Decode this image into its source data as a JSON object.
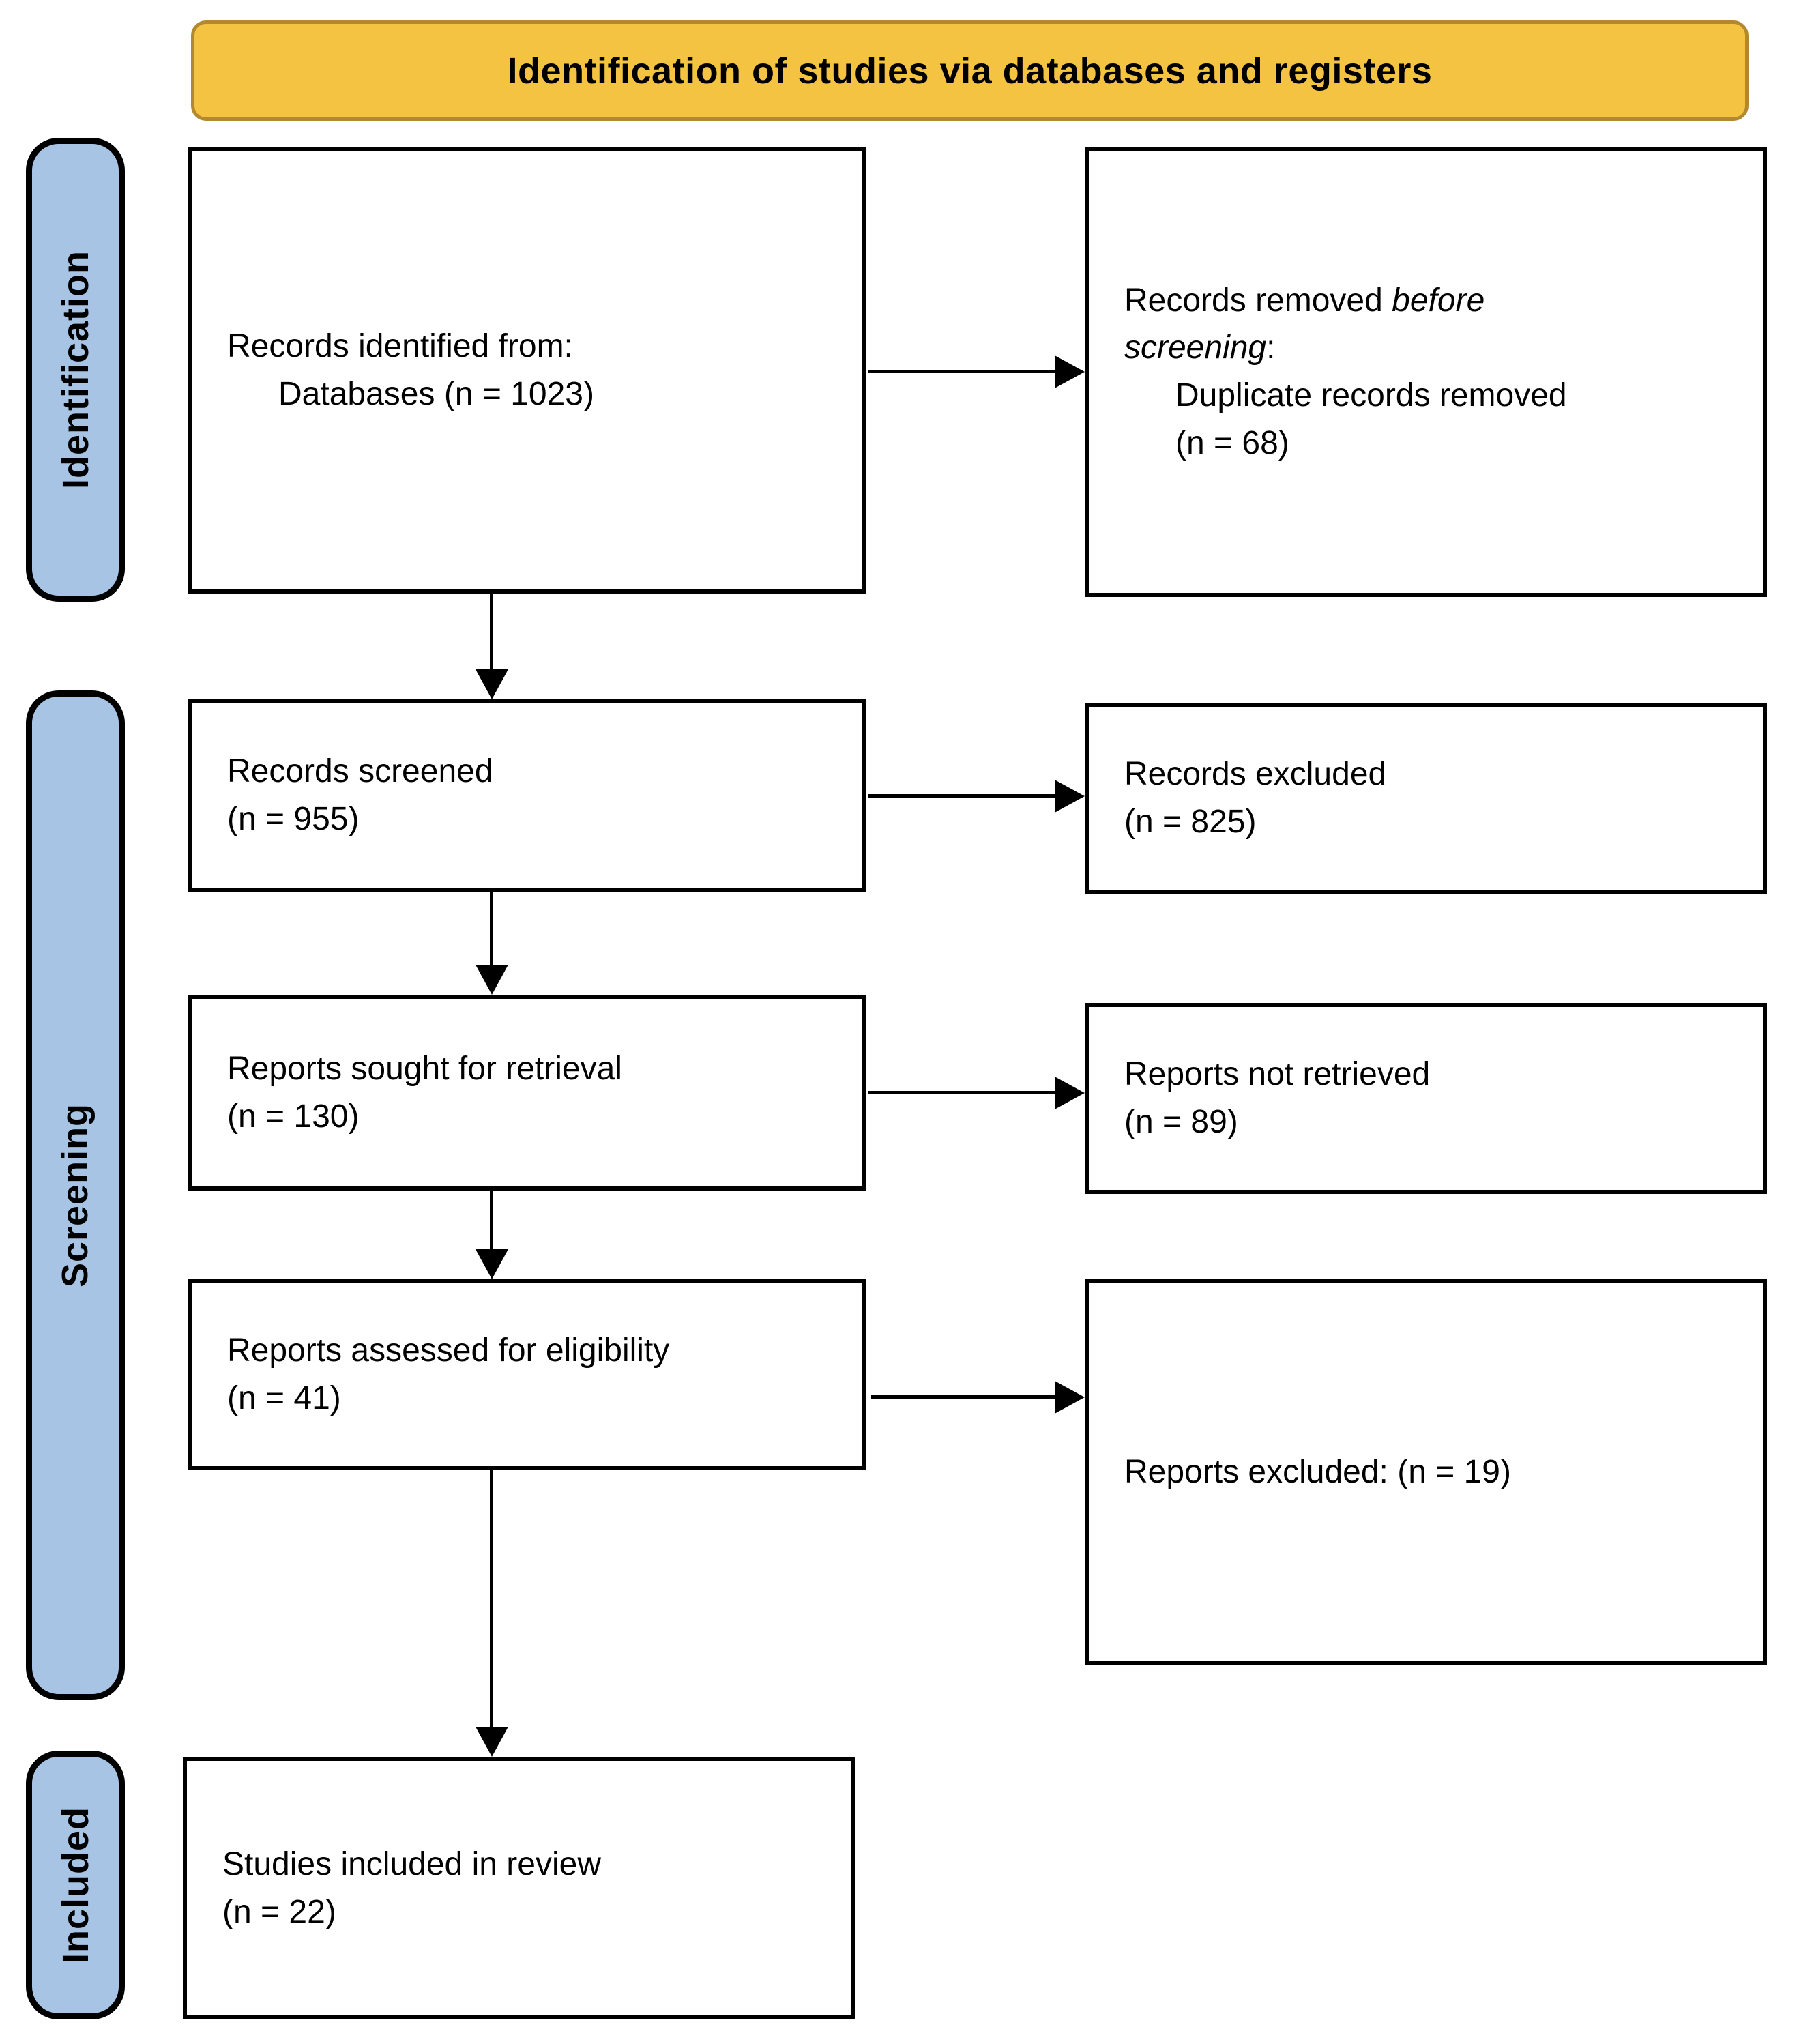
{
  "banner": {
    "title": "Identification of studies via databases and registers"
  },
  "sidebar": {
    "identification": "Identification",
    "screening": "Screening",
    "included": "Included"
  },
  "boxes": {
    "records_identified": {
      "line1": "Records identified from:",
      "line2": "Databases (n = 1023)"
    },
    "records_removed": {
      "l1_prefix": "Records removed ",
      "l1_italic": "before",
      "l2_italic": "screening",
      "l2_suffix": ":",
      "line3": "Duplicate records removed",
      "line4": "(n = 68)"
    },
    "records_screened": {
      "line1": "Records screened",
      "line2": "(n = 955)"
    },
    "records_excluded": {
      "line1": "Records excluded",
      "line2": "(n = 825)"
    },
    "reports_sought": {
      "line1": "Reports sought for retrieval",
      "line2": "(n = 130)"
    },
    "reports_not_retrieved": {
      "line1": "Reports not retrieved",
      "line2": "(n = 89)"
    },
    "reports_assessed": {
      "line1": "Reports assessed for eligibility",
      "line2": "(n = 41)"
    },
    "reports_excluded": {
      "line1": "Reports excluded: (n = 19)"
    },
    "studies_included": {
      "line1": "Studies included in review",
      "line2": "(n = 22)"
    }
  },
  "colors": {
    "banner_bg": "#F5C342",
    "banner_border": "#B2892F",
    "stage_bg": "#A7C4E4",
    "box_border": "#000000",
    "arrow": "#000000"
  }
}
